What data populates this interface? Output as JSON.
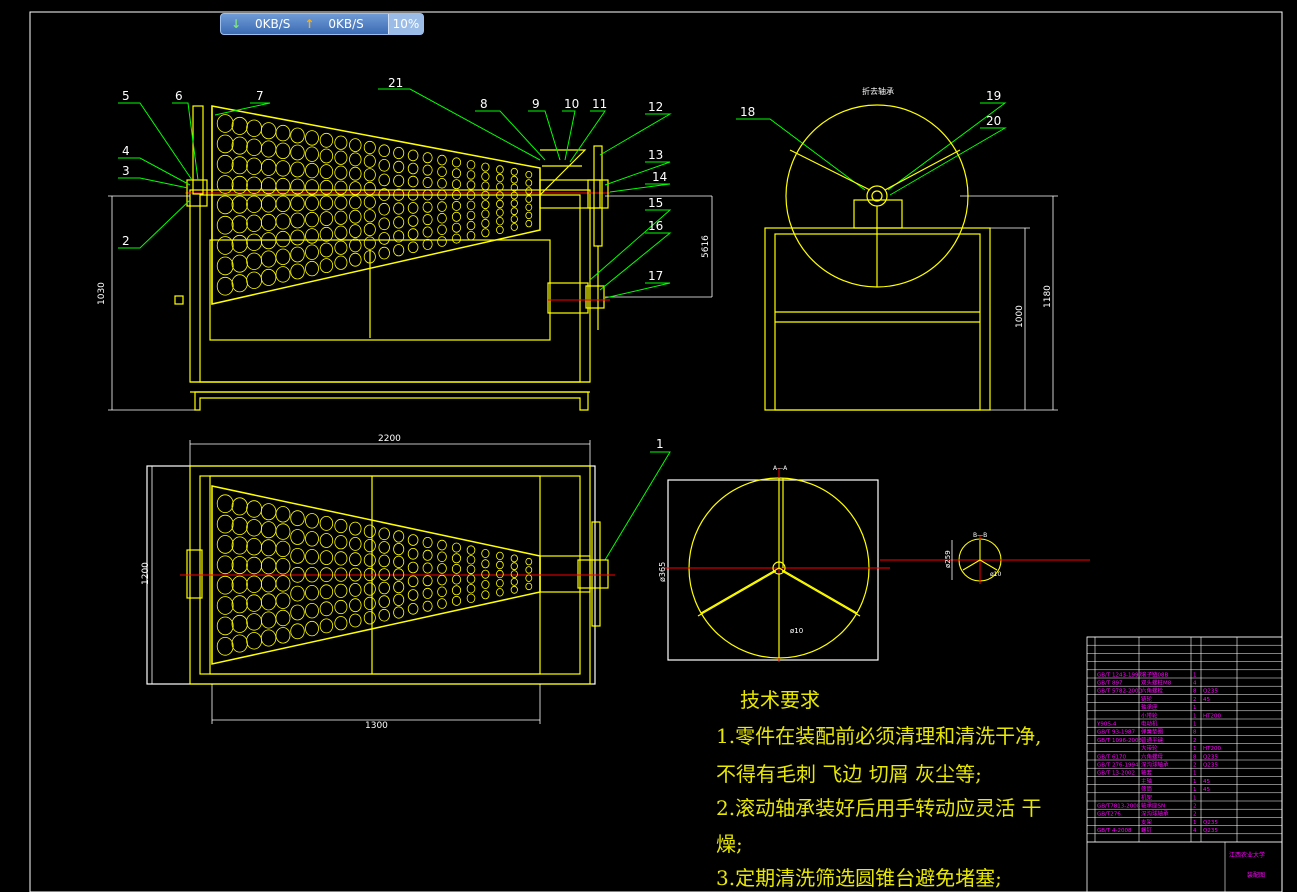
{
  "status_bar": {
    "download_icon": "arrow-down-icon",
    "download_rate": "0KB/S",
    "upload_icon": "arrow-up-icon",
    "upload_rate": "0KB/S",
    "progress": "10%"
  },
  "colors": {
    "background": "#000000",
    "frame": "#ffffff",
    "outline": "#ffff00",
    "leader": "#00ff00",
    "label": "#00ff00",
    "center_line": "#ff0000",
    "table_text": "#ff00ff"
  },
  "part_numbers": [
    "1",
    "2",
    "3",
    "4",
    "5",
    "6",
    "7",
    "8",
    "9",
    "10",
    "11",
    "12",
    "13",
    "14",
    "15",
    "16",
    "17",
    "18",
    "19",
    "20",
    "21"
  ],
  "dimensions": {
    "front_height": "1030",
    "side_height_a": "1000",
    "side_height_b": "1180",
    "top_width": "2200",
    "top_height": "1200",
    "top_inner": "1300",
    "motor_dim": "5616",
    "circle_d1": "ø365",
    "circle_d2": "ø259",
    "hub_d": "ø10",
    "hub_d2": "ø10"
  },
  "view_labels": {
    "side_view": "折去轴承",
    "section_a": "A—A",
    "section_b": "B—B"
  },
  "tech_requirements": {
    "title": "技术要求",
    "line1": "1.零件在装配前必须清理和清洗干净,",
    "line2": "不得有毛刺 飞边 切屑 灰尘等;",
    "line3": "2.滚动轴承装好后用手转动应灵活 干",
    "line4": "燥;",
    "line5": "3.定期清洗筛选圆锥台避免堵塞;"
  },
  "title_block": {
    "rows": [
      {
        "std": "GB/T 1243-1997",
        "name": "滚子链08B",
        "qty": "1",
        "mat": ""
      },
      {
        "std": "GB/T 897",
        "name": "双头螺柱M8",
        "qty": "4",
        "mat": ""
      },
      {
        "std": "GB/T 5782-2000",
        "name": "六角螺栓",
        "qty": "8",
        "mat": "Q235"
      },
      {
        "std": "",
        "name": "链轮",
        "qty": "2",
        "mat": "45"
      },
      {
        "std": "",
        "name": "轴承座",
        "qty": "1",
        "mat": ""
      },
      {
        "std": "",
        "name": "小带轮",
        "qty": "1",
        "mat": "HT200"
      },
      {
        "std": "Y90S-4",
        "name": "电动机",
        "qty": "1",
        "mat": ""
      },
      {
        "std": "GB/T 93-1987",
        "name": "弹簧垫圈",
        "qty": "8",
        "mat": ""
      },
      {
        "std": "GB/T 1096-2003",
        "name": "普通平键",
        "qty": "2",
        "mat": ""
      },
      {
        "std": "",
        "name": "大带轮",
        "qty": "1",
        "mat": "HT200"
      },
      {
        "std": "GB/T 6170",
        "name": "六角螺母",
        "qty": "8",
        "mat": "Q235"
      },
      {
        "std": "GB/T 276-1994",
        "name": "深沟球轴承",
        "qty": "2",
        "mat": "Q235"
      },
      {
        "std": "GB/T 13-2002",
        "name": "轴套",
        "qty": "1",
        "mat": ""
      },
      {
        "std": "",
        "name": "主轴",
        "qty": "1",
        "mat": "45"
      },
      {
        "std": "",
        "name": "筛筒",
        "qty": "1",
        "mat": "45"
      },
      {
        "std": "",
        "name": "机架",
        "qty": "1",
        "mat": ""
      },
      {
        "std": "GB/T7813-2008",
        "name": "轴承座SN",
        "qty": "2",
        "mat": ""
      },
      {
        "std": "GB/T276",
        "name": "深沟球轴承",
        "qty": "2",
        "mat": ""
      },
      {
        "std": "",
        "name": "支架",
        "qty": "1",
        "mat": "Q235"
      },
      {
        "std": "GB/T 4-2008",
        "name": "螺钉",
        "qty": "4",
        "mat": "Q235"
      }
    ],
    "school": "江西农业大学",
    "drawing_name": "装配图"
  }
}
